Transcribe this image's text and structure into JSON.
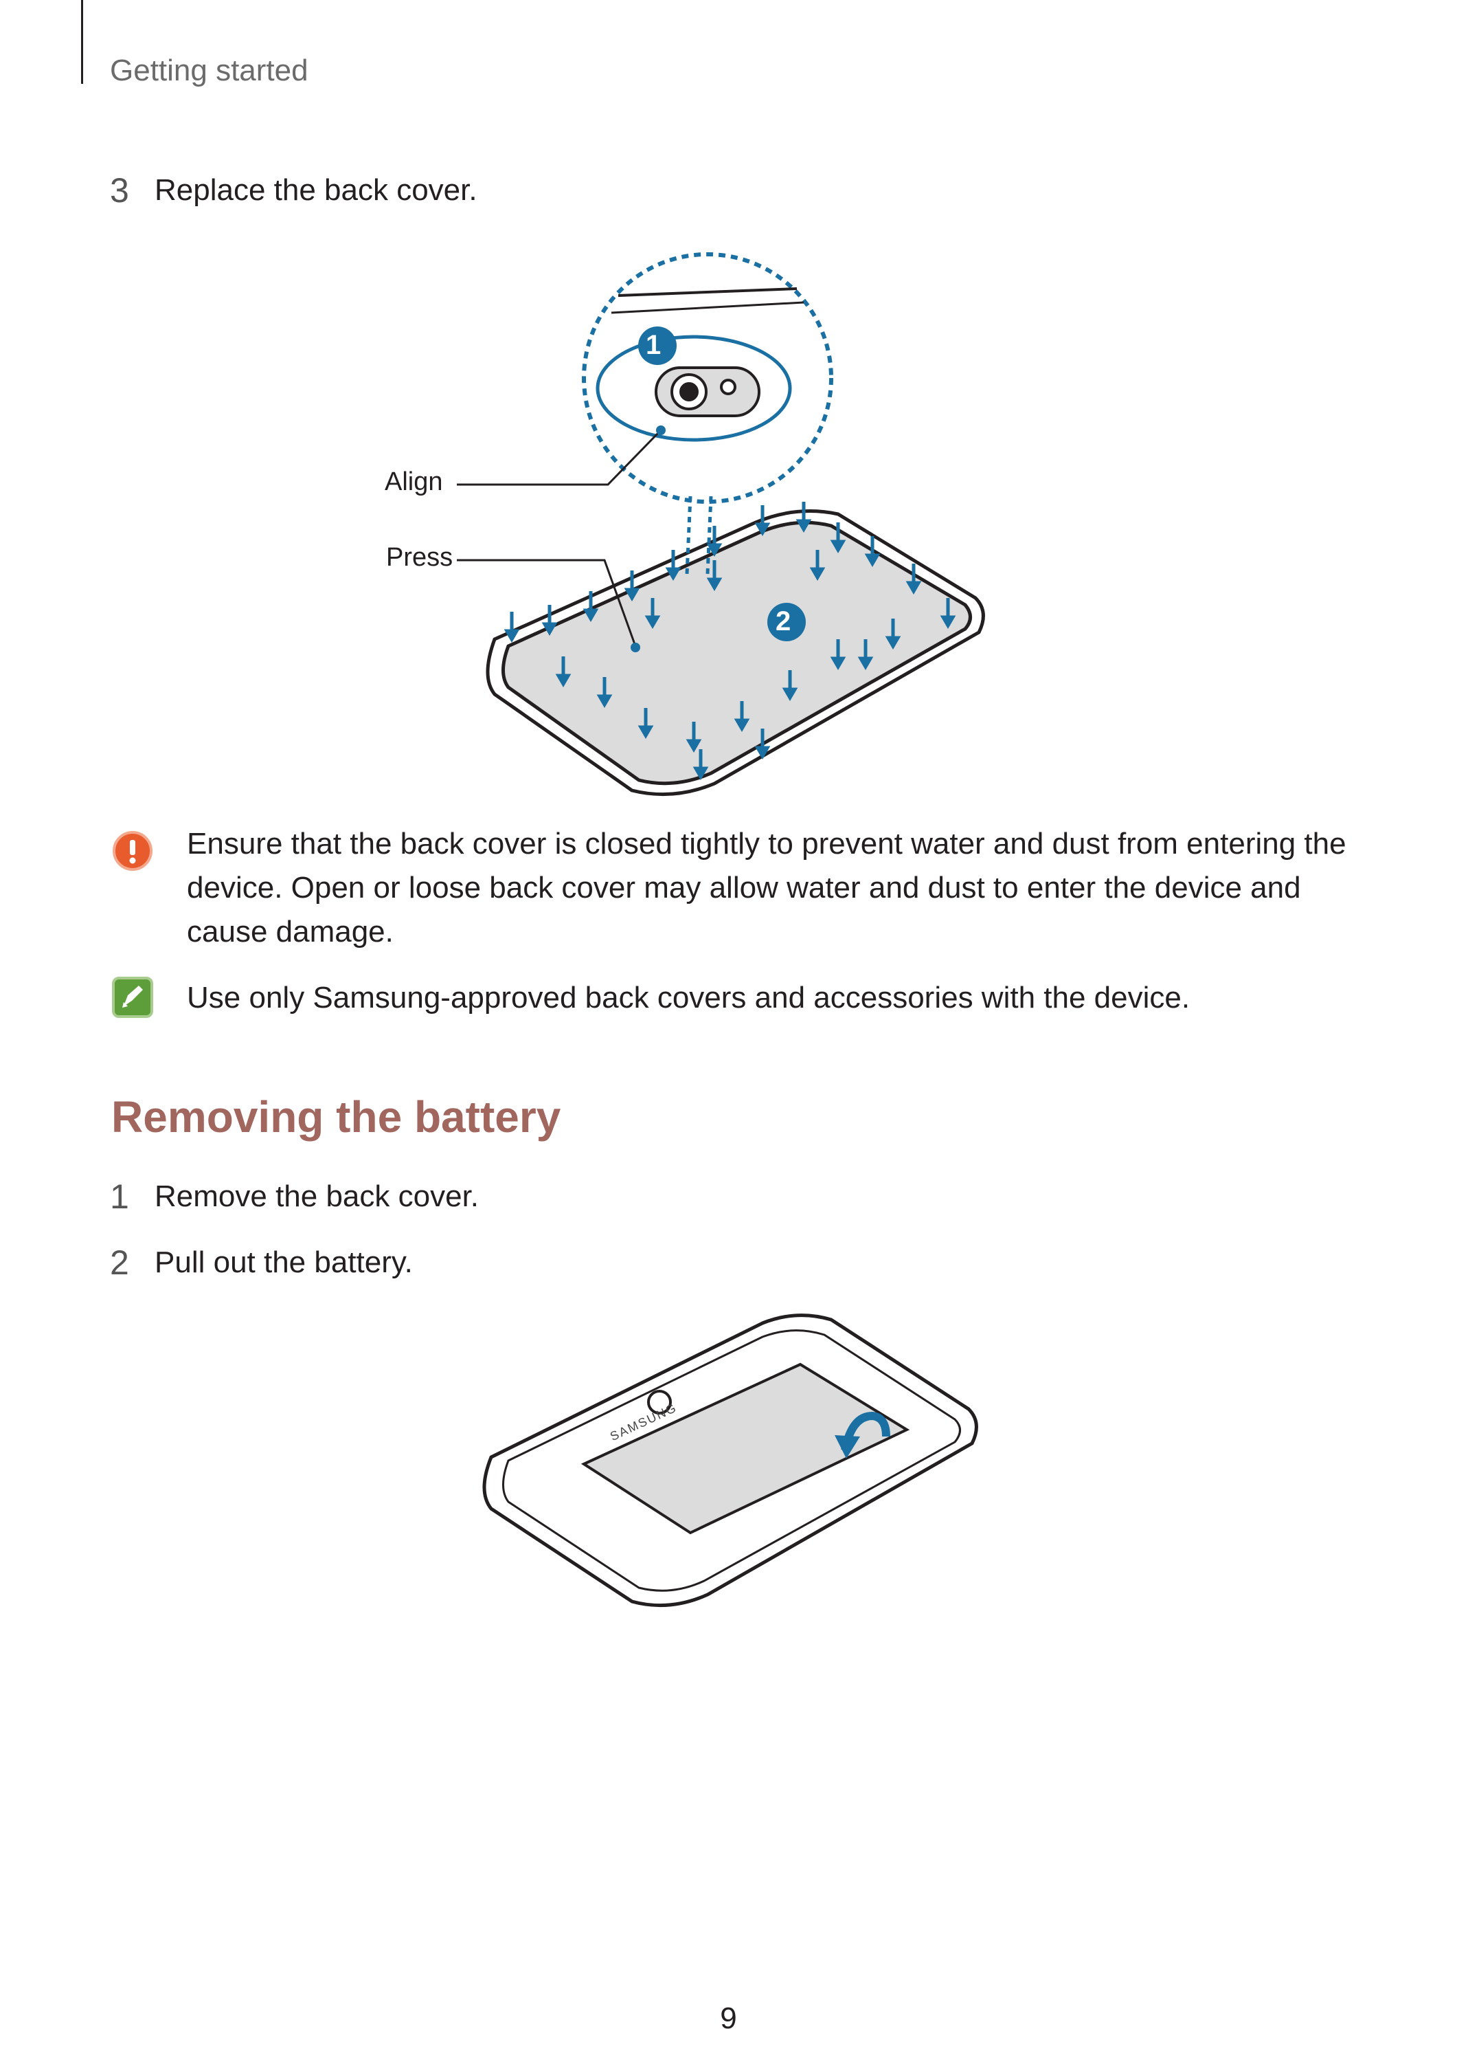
{
  "header": {
    "section": "Getting started"
  },
  "replace_cover": {
    "step_number": "3",
    "step_text": "Replace the back cover.",
    "callout_1": "1",
    "callout_2": "2",
    "label_align": "Align",
    "label_press": "Press"
  },
  "notes": {
    "caution_text": "Ensure that the back cover is closed tightly to prevent water and dust from entering the device. Open or loose back cover may allow water and dust to enter the device and cause damage.",
    "info_text": "Use only Samsung-approved back covers and accessories with the device."
  },
  "removing_battery": {
    "title": "Removing the battery",
    "steps": [
      {
        "number": "1",
        "text": "Remove the back cover."
      },
      {
        "number": "2",
        "text": "Pull out the battery."
      }
    ],
    "battery_brand": "SAMSUNG"
  },
  "footer": {
    "page_number": "9"
  },
  "colors": {
    "accent_blue": "#1a6fa3",
    "caution_orange": "#e85b2d",
    "info_green": "#5e9e3a",
    "title_brown": "#a1675f"
  }
}
